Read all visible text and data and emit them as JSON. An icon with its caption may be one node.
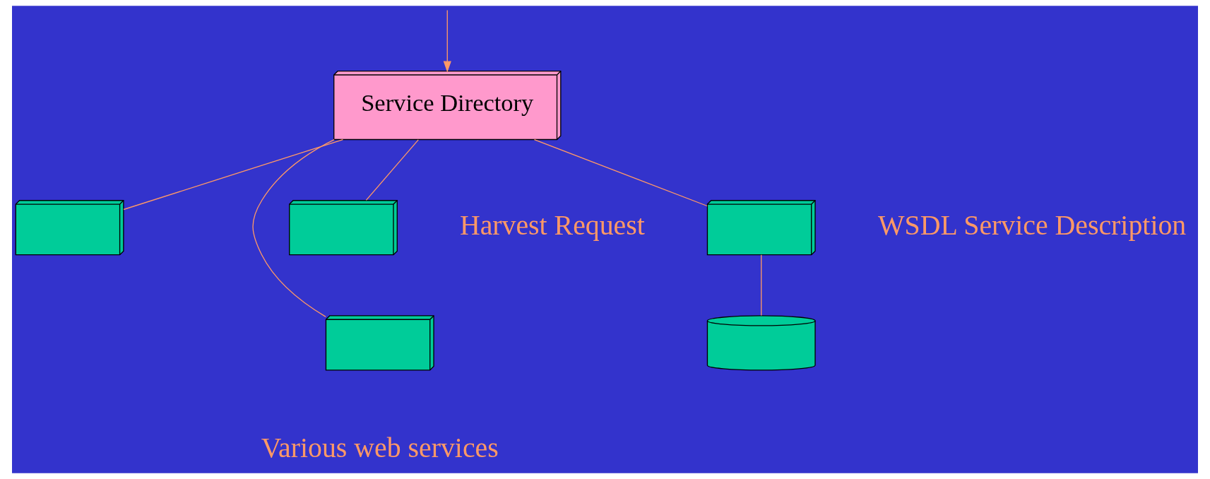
{
  "diagram": {
    "nodes": [
      {
        "text": [
          "Service Directory"
        ]
      },
      {
        "text": [],
        "shape": "box"
      },
      {
        "text": [],
        "shape": "box"
      },
      {
        "text": [],
        "shape": "box"
      },
      {
        "text": [],
        "shape": "box"
      },
      {
        "text": [],
        "shape": "cylinder"
      }
    ],
    "edges": [
      {
        "from": null,
        "to": 0,
        "arrow": "to"
      },
      {
        "from": 0,
        "to": 1,
        "arrow": "none"
      },
      {
        "from": 0,
        "to": 2,
        "arrow": "none"
      },
      {
        "from": 0,
        "to": 3,
        "arrow": "none"
      },
      {
        "from": 0,
        "to": 4,
        "arrow": "none"
      },
      {
        "from": 4,
        "to": 5,
        "arrow": "none"
      }
    ],
    "labels": [
      "Harvest Request",
      "WSDL Service Description",
      "Various web services"
    ]
  }
}
